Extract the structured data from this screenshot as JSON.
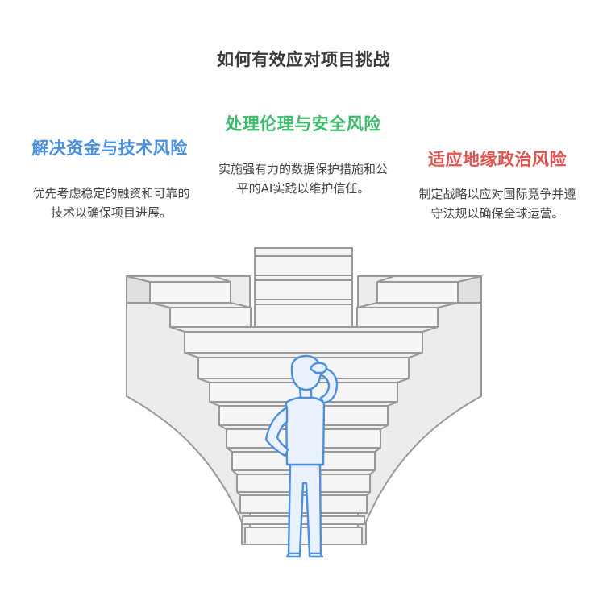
{
  "title": "如何有效应对项目挑战",
  "sections": {
    "left": {
      "heading": "解决资金与技术风险",
      "body": "优先考虑稳定的融资和可靠的技术以确保项目进展。",
      "color": "#4a8fe0"
    },
    "center": {
      "heading": "处理伦理与安全风险",
      "body": "实施强有力的数据保护措施和公平的AI实践以维护信任。",
      "color": "#3dbb6c"
    },
    "right": {
      "heading": "适应地缘政治风险",
      "body": "制定战略以应对国际竞争并遵守法规以确保全球运营。",
      "color": "#e0534f"
    }
  },
  "icons": {
    "stairs": "staircase-funnel-icon",
    "person": "thinking-person-icon"
  }
}
